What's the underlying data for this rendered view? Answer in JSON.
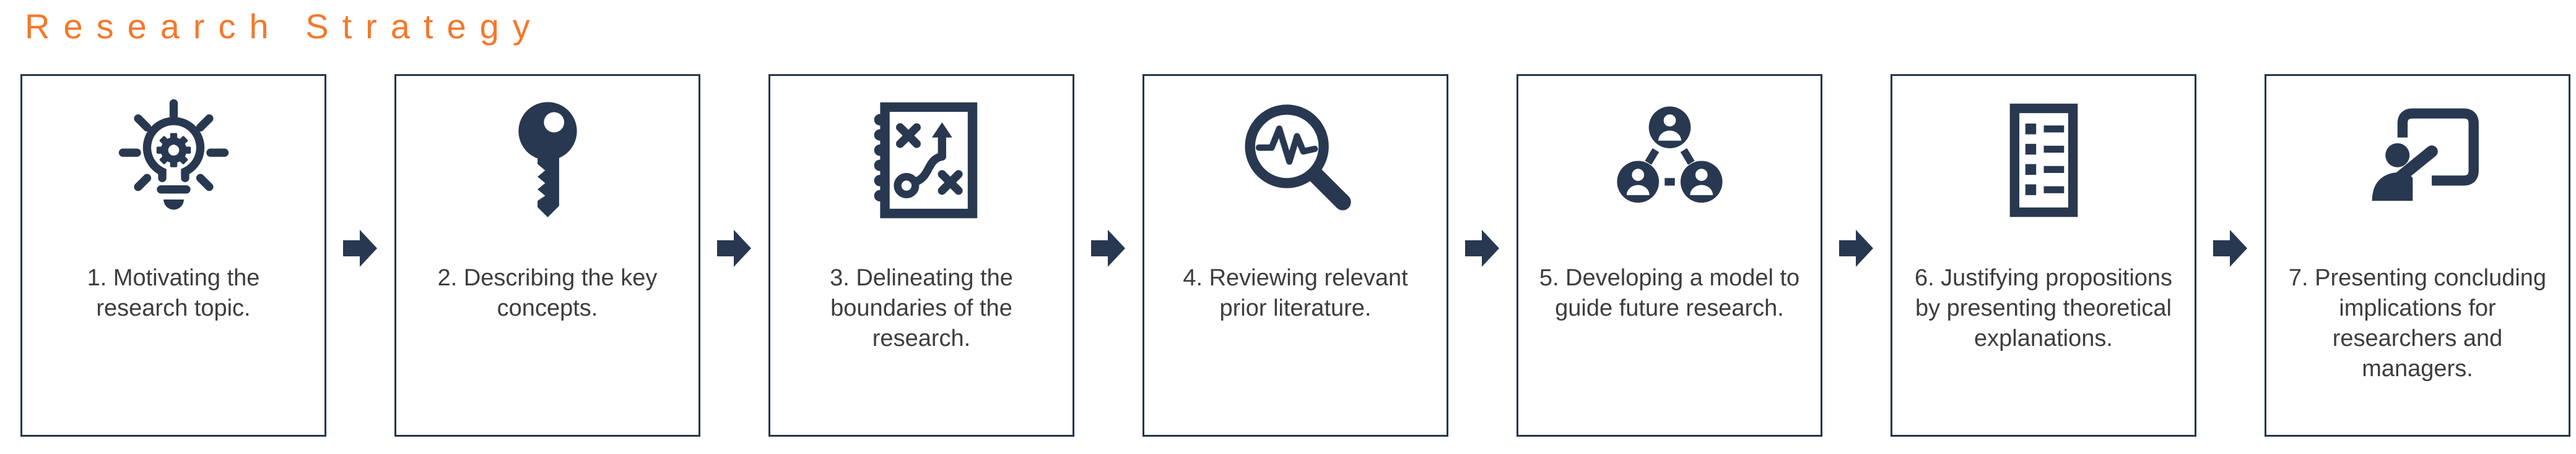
{
  "title": "Research Strategy",
  "colors": {
    "accent_orange": "#f5782b",
    "icon_navy": "#283850",
    "box_border_navy": "#24364d",
    "body_text": "#3d3d3d",
    "background": "#ffffff"
  },
  "steps": [
    {
      "label": "1. Motivating the\nresearch topic.",
      "icon": "lightbulb-gear-icon"
    },
    {
      "label": "2. Describing the key\nconcepts.",
      "icon": "key-icon"
    },
    {
      "label": "3. Delineating the\nboundaries of the\nresearch.",
      "icon": "strategy-plan-icon"
    },
    {
      "label": "4. Reviewing relevant\nprior literature.",
      "icon": "magnifier-pulse-icon"
    },
    {
      "label": "5. Developing a model to\nguide future research.",
      "icon": "people-network-icon"
    },
    {
      "label": "6. Justifying propositions\nby presenting theoretical\nexplanations.",
      "icon": "checklist-icon"
    },
    {
      "label": "7. Presenting concluding\nimplications for\nresearchers and\nmanagers.",
      "icon": "presentation-board-icon"
    }
  ],
  "connector": {
    "shape": "right-block-arrow",
    "count": 6
  }
}
